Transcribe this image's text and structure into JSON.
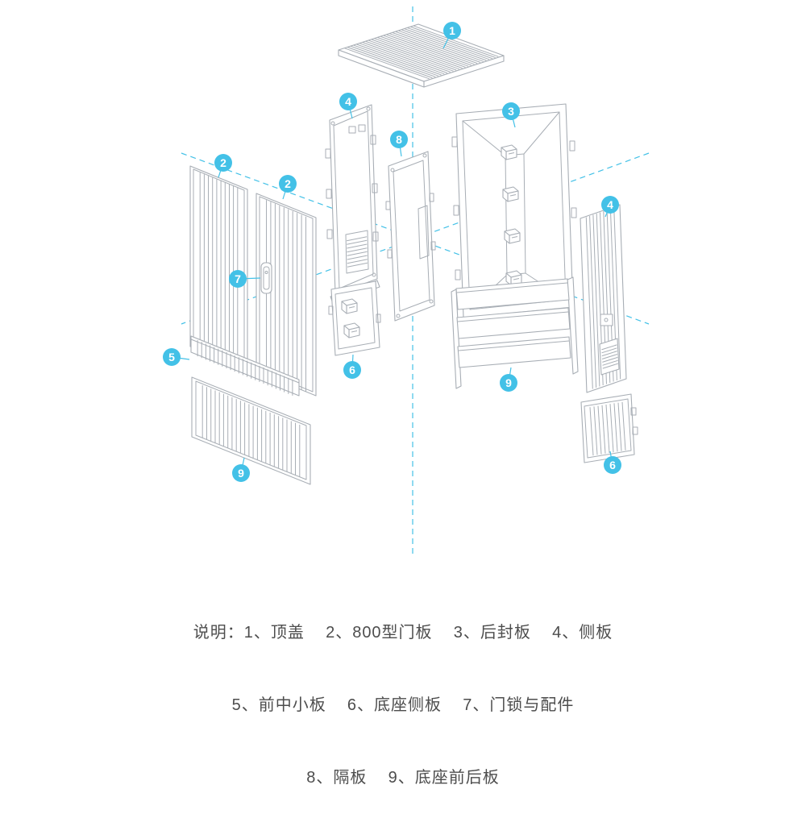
{
  "colors": {
    "line": "#a8aeb5",
    "accent": "#43c1e7",
    "text": "#4d4d4d",
    "background": "#ffffff"
  },
  "callouts": {
    "c1": {
      "num": "1",
      "part": "顶盖"
    },
    "c2a": {
      "num": "2",
      "part": "800型门板"
    },
    "c2b": {
      "num": "2",
      "part": "800型门板"
    },
    "c3": {
      "num": "3",
      "part": "后封板"
    },
    "c4a": {
      "num": "4",
      "part": "侧板"
    },
    "c4b": {
      "num": "4",
      "part": "侧板"
    },
    "c5": {
      "num": "5",
      "part": "前中小板"
    },
    "c6a": {
      "num": "6",
      "part": "底座侧板"
    },
    "c6b": {
      "num": "6",
      "part": "底座侧板"
    },
    "c7": {
      "num": "7",
      "part": "门锁与配件"
    },
    "c8": {
      "num": "8",
      "part": "隔板"
    },
    "c9a": {
      "num": "9",
      "part": "底座前后板"
    },
    "c9b": {
      "num": "9",
      "part": "底座前后板"
    }
  },
  "legend": {
    "line1": "说明：1、顶盖    2、800型门板    3、后封板    4、侧板",
    "line2": "5、前中小板    6、底座侧板    7、门锁与配件",
    "line3": "8、隔板    9、底座前后板"
  }
}
